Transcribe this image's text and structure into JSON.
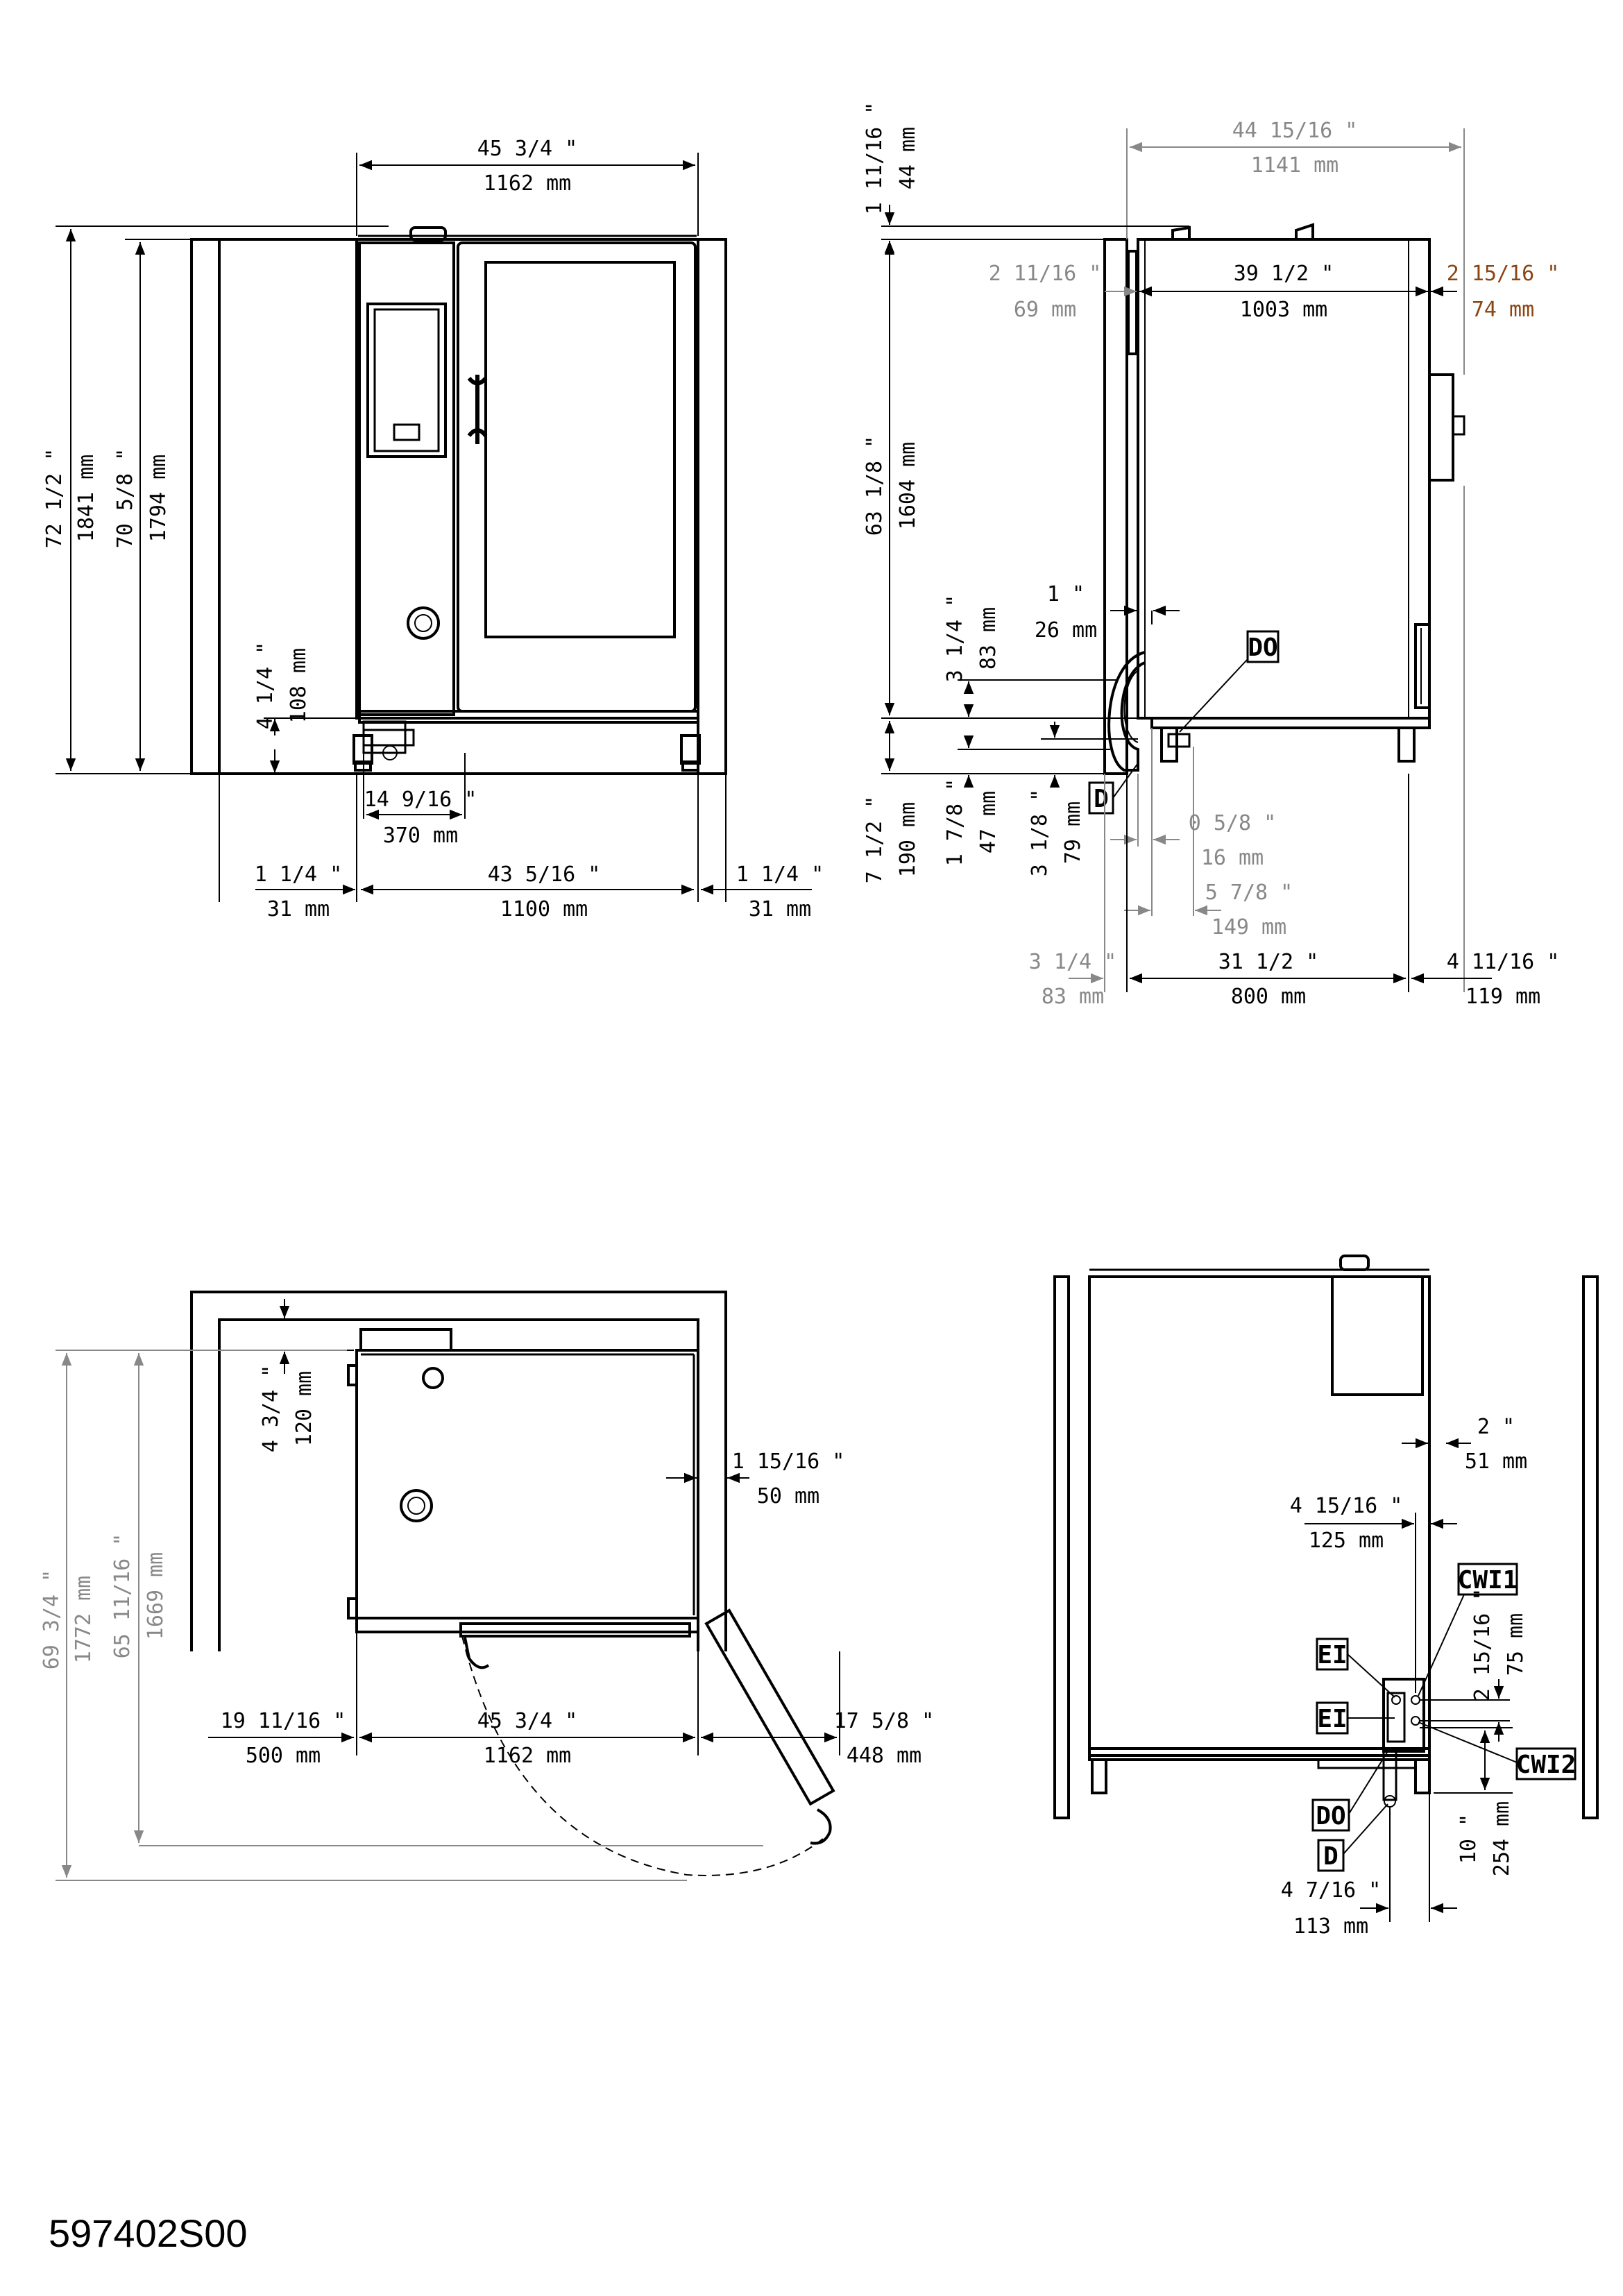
{
  "document_code": "597402S00",
  "front_view": {
    "overall_width": {
      "in": "45 3/4 \"",
      "mm": "1162 mm"
    },
    "total_height": {
      "in": "72 1/2 \"",
      "mm": "1841 mm"
    },
    "body_height": {
      "in": "70 5/8 \"",
      "mm": "1794 mm"
    },
    "feet_height": {
      "in": "4 1/4 \"",
      "mm": "108 mm"
    },
    "drain_offset": {
      "in": "14 9/16 \"",
      "mm": "370 mm"
    },
    "left_clearance": {
      "in": "1 1/4 \"",
      "mm": "31 mm"
    },
    "base_width": {
      "in": "43 5/16 \"",
      "mm": "1100 mm"
    },
    "right_clearance": {
      "in": "1 1/4 \"",
      "mm": "31 mm"
    }
  },
  "side_view": {
    "overall_depth": {
      "in": "44 15/16 \"",
      "mm": "1141 mm"
    },
    "top_height": {
      "in": "1 11/16 \"",
      "mm": "44 mm"
    },
    "back_offset": {
      "in": "2 11/16 \"",
      "mm": "69 mm"
    },
    "body_depth": {
      "in": "39 1/2 \"",
      "mm": "1003 mm"
    },
    "handle_depth": {
      "in": "2 15/16 \"",
      "mm": "74 mm"
    },
    "body_height": {
      "in": "63 1/8 \"",
      "mm": "1604 mm"
    },
    "wall_gap": {
      "in": "1 \"",
      "mm": "26 mm"
    },
    "drain_height": {
      "in": "3 1/4 \"",
      "mm": "83 mm"
    },
    "leg_height": {
      "in": "7 1/2 \"",
      "mm": "190 mm"
    },
    "drain_outlet_height": {
      "in": "1 7/8 \"",
      "mm": "47 mm"
    },
    "d_height": {
      "in": "3 1/8 \"",
      "mm": "79 mm"
    },
    "d_offset_1": {
      "in": "0 5/8 \"",
      "mm": "16 mm"
    },
    "d_offset_2": {
      "in": "5 7/8 \"",
      "mm": "149 mm"
    },
    "rear_clearance": {
      "in": "3 1/4 \"",
      "mm": "83 mm"
    },
    "base_depth": {
      "in": "31 1/2 \"",
      "mm": "800 mm"
    },
    "front_clearance": {
      "in": "4 11/16 \"",
      "mm": "119 mm"
    },
    "labels": {
      "do": "DO",
      "d": "D"
    }
  },
  "top_view": {
    "rear_gap": {
      "in": "4 3/4 \"",
      "mm": "120 mm"
    },
    "side_gap": {
      "in": "1 15/16 \"",
      "mm": "50 mm"
    },
    "depth_door_open": {
      "in": "69 3/4 \"",
      "mm": "1772 mm"
    },
    "depth_1669": {
      "in": "65 11/16 \"",
      "mm": "1669 mm"
    },
    "left_space": {
      "in": "19 11/16 \"",
      "mm": "500 mm"
    },
    "width": {
      "in": "45 3/4 \"",
      "mm": "1162 mm"
    },
    "door_swing": {
      "in": "17 5/8 \"",
      "mm": "448 mm"
    }
  },
  "rear_view": {
    "right_gap": {
      "in": "2 \"",
      "mm": "51 mm"
    },
    "connection_offset": {
      "in": "4 15/16 \"",
      "mm": "125 mm"
    },
    "cwi_spacing": {
      "in": "2 15/16 \"",
      "mm": "75 mm"
    },
    "connection_height": {
      "in": "10 \"",
      "mm": "254 mm"
    },
    "drain_offset": {
      "in": "4 7/16 \"",
      "mm": "113 mm"
    },
    "labels": {
      "cwi1": "CWI1",
      "ei1": "EI",
      "ei2": "EI",
      "cwi2": "CWI2",
      "do": "DO",
      "d": "D"
    }
  }
}
